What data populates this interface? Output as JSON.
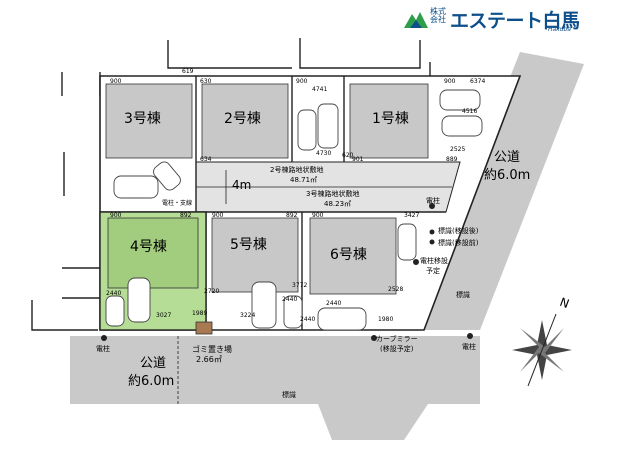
{
  "company": {
    "kabushiki": "株式会社",
    "name": "エステート白馬",
    "romaji": "Hakuba"
  },
  "colors": {
    "road": "#c9c9c9",
    "lot": "#ffffff",
    "house": "#c8c8c8",
    "lot4": "#b6dd96",
    "lot4_house": "#a2cc7e",
    "private_road": "#e3e3e3",
    "border": "#222222",
    "garbage": "#a97a52"
  },
  "lots": {
    "lot3": "3号棟",
    "lot2": "2号棟",
    "lot1": "1号棟",
    "lot4": "4号棟",
    "lot5": "5号棟",
    "lot6": "6号棟"
  },
  "roads": {
    "public_east_line1": "公道",
    "public_east_line2": "約6.0m",
    "public_south_line1": "公道",
    "public_south_line2": "約6.0m",
    "private_road_width": "4m",
    "road2_line1": "2号棟路地状敷地",
    "road2_line2": "48.71㎡",
    "road3_line1": "3号棟路地状敷地",
    "road3_line2": "48.23㎡"
  },
  "labels": {
    "garbage_line1": "ゴミ置き場",
    "garbage_line2": "2.66㎡",
    "pole_south": "電柱",
    "pole_se": "電柱",
    "pole_ne": "電柱",
    "pole_mid": "電柱・支線",
    "curve_mirror_line1": "カーブミラー",
    "curve_mirror_line2": "(移設予定)",
    "sign_relocate": "標識(移設後)",
    "sign_before": "標識(移設前)",
    "pole_move_line1": "電柱移設",
    "pole_move_line2": "予定",
    "marker_e": "標識",
    "marker_s": "標識",
    "compass_n": "N"
  },
  "dimensions": {
    "d900a": "900",
    "d619": "619",
    "d630": "630",
    "d900b": "900",
    "d900c": "900",
    "d6374": "6374",
    "d4741": "4741",
    "d4516": "4516",
    "d4730": "4730",
    "d2525": "2525",
    "d634": "634",
    "d620": "620",
    "d901": "901",
    "d889": "889",
    "d900d": "900",
    "d892a": "892",
    "d900e": "900",
    "d892b": "892",
    "d900f": "900",
    "d3427": "3427",
    "d2440a": "2440",
    "d3027": "3027",
    "d1989": "1989",
    "d2440b": "2440",
    "d3224": "3224",
    "d3772": "3772",
    "d2440c": "2440",
    "d2720": "2720",
    "d2528": "2528",
    "d2440d": "2440",
    "d1980": "1980"
  }
}
